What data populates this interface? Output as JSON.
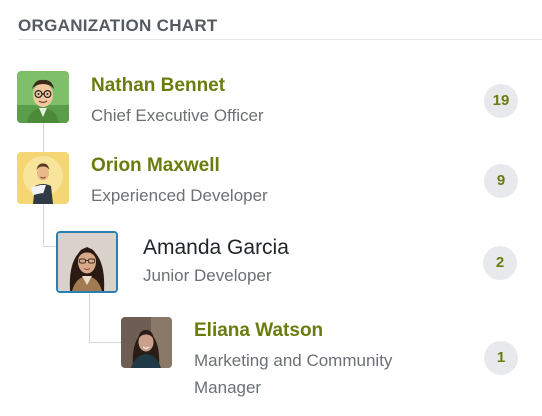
{
  "header": {
    "title": "ORGANIZATION CHART"
  },
  "people": [
    {
      "name": "Nathan Bennet",
      "role": "Chief Executive Officer",
      "count": "19",
      "avatar": "cartoon-man-green-shirt"
    },
    {
      "name": "Orion Maxwell",
      "role": "Experienced Developer",
      "count": "9",
      "avatar": "cartoon-man-yellow-background"
    },
    {
      "name": "Amanda Garcia",
      "role": "Junior Developer",
      "count": "2",
      "avatar": "woman-portrait-glasses"
    },
    {
      "name": "Eliana Watson",
      "role": "Marketing and Community Manager",
      "count": "1",
      "avatar": "woman-portrait-dark-hair"
    }
  ],
  "colors": {
    "name_link": "#6b7c0f",
    "selected_name": "#212529",
    "role_text": "#6c7075",
    "badge_bg": "#e7e9ec",
    "selected_border": "#2a7fb0",
    "connector": "#d3d6da"
  }
}
